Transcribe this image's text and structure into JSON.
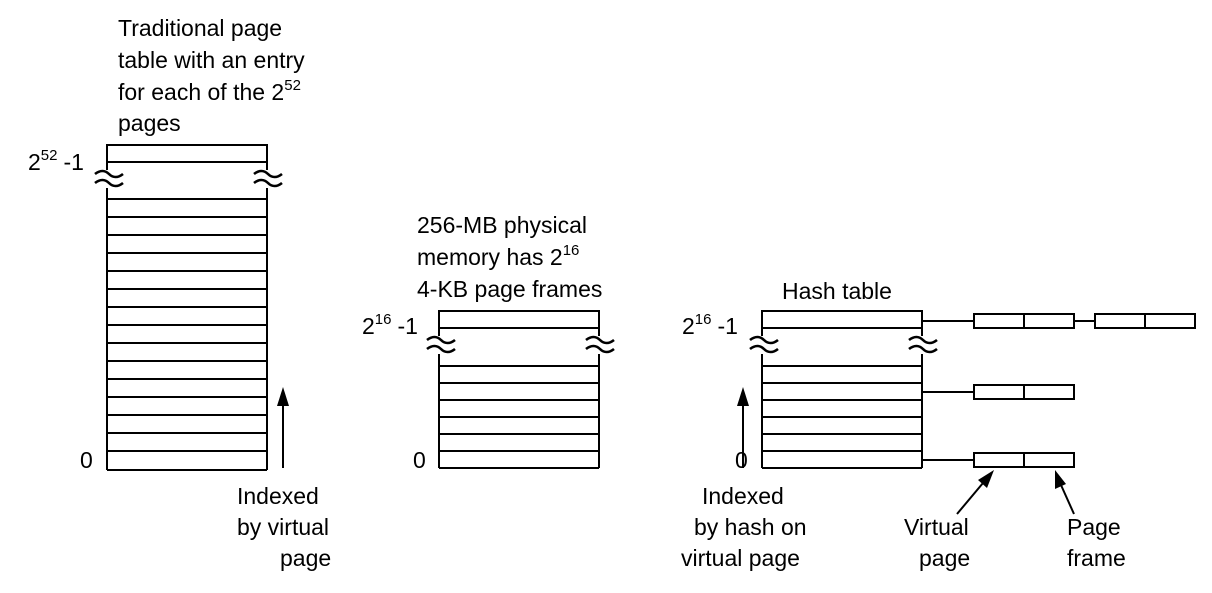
{
  "page_table": {
    "caption_lines": [
      "Traditional page",
      "table with an entry",
      "for each of the 2"
    ],
    "caption_sup": "52",
    "caption_last": "pages",
    "top_label_base": "2",
    "top_label_sup": "52",
    "top_label_suffix": "-1",
    "zero_label": "0",
    "index_lines": [
      "Indexed",
      "by virtual",
      "page"
    ]
  },
  "physical_memory": {
    "caption_lines": [
      "256-MB physical",
      "memory has 2",
      "4-KB page frames"
    ],
    "caption_sup": "16",
    "top_label_base": "2",
    "top_label_sup": "16",
    "top_label_suffix": "-1",
    "zero_label": "0"
  },
  "hash_table": {
    "caption": "Hash table",
    "top_label_base": "2",
    "top_label_sup": "16",
    "top_label_suffix": "-1",
    "zero_label": "0",
    "index_lines": [
      "Indexed",
      "by hash on",
      "virtual page"
    ],
    "virtual_page_lines": [
      "Virtual",
      "page"
    ],
    "page_frame_lines": [
      "Page",
      "frame"
    ]
  }
}
